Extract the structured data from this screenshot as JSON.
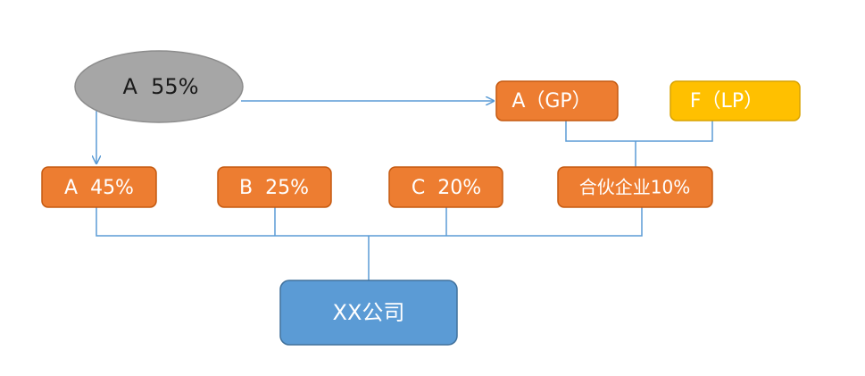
{
  "nodes": {
    "a_55": {
      "label": "A  55%"
    },
    "a_gp": {
      "label": "A（GP）"
    },
    "f_lp": {
      "label": "F（LP）"
    },
    "a_45": {
      "label": "A  45%"
    },
    "b_25": {
      "label": "B  25%"
    },
    "c_20": {
      "label": "C  20%"
    },
    "partnership": {
      "label": "合伙企业10%"
    },
    "company": {
      "label": "XX公司"
    }
  },
  "colors": {
    "ellipse_fill": "#a6a6a6",
    "ellipse_stroke": "#8c8c8c",
    "orange_fill": "#ed7d31",
    "orange_stroke": "#c55a11",
    "yellow_fill": "#ffc000",
    "yellow_stroke": "#d9a300",
    "blue_fill": "#5b9bd5",
    "blue_stroke": "#41719c",
    "connector": "#5b9bd5",
    "text_dark": "#1a1a1a",
    "text_light": "#ffffff"
  }
}
